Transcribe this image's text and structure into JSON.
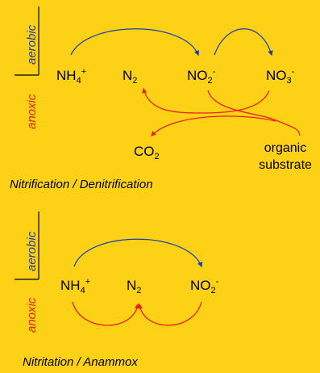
{
  "colors": {
    "background": "#FCD116",
    "aerobic": "#1F3FA8",
    "anoxic": "#E8201A",
    "text": "#000000"
  },
  "panel1": {
    "zone_aerobic": "aerobic",
    "zone_anoxic": "anoxic",
    "species": {
      "nh4_base": "NH",
      "nh4_sub": "4",
      "nh4_sup": "+",
      "n2_base": "N",
      "n2_sub": "2",
      "no2_base": "NO",
      "no2_sub": "2",
      "no2_sup": "-",
      "no3_base": "NO",
      "no3_sub": "3",
      "no3_sup": "-",
      "co2_base": "CO",
      "co2_sub": "2"
    },
    "substrate_line1": "organic",
    "substrate_line2": "substrate",
    "caption": "Nitrification / Denitrification"
  },
  "panel2": {
    "zone_aerobic": "aerobic",
    "zone_anoxic": "anoxic",
    "species": {
      "nh4_base": "NH",
      "nh4_sub": "4",
      "nh4_sup": "+",
      "n2_base": "N",
      "n2_sub": "2",
      "no2_base": "NO",
      "no2_sub": "2",
      "no2_sup": "-"
    },
    "caption": "Nitritation / Anammox"
  }
}
